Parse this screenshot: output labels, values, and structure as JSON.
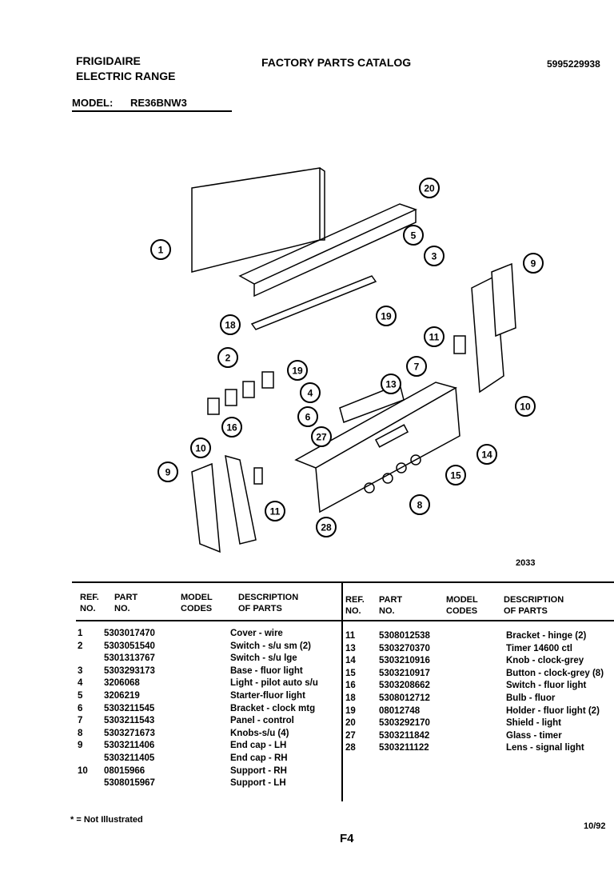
{
  "header": {
    "brand": "FRIGIDAIRE",
    "product": "ELECTRIC RANGE",
    "title": "FACTORY PARTS CATALOG",
    "catalog_no": "5995229938",
    "model_label": "MODEL:",
    "model": "RE36BNW3"
  },
  "diagram": {
    "figure_no": "2033",
    "callouts": [
      "1",
      "20",
      "5",
      "3",
      "9",
      "18",
      "19",
      "11",
      "2",
      "19",
      "7",
      "13",
      "4",
      "6",
      "27",
      "10",
      "16",
      "10",
      "14",
      "15",
      "9",
      "11",
      "8",
      "28"
    ]
  },
  "table": {
    "headers": {
      "ref": "REF.\nNO.",
      "part": "PART\nNO.",
      "model": "MODEL\nCODES",
      "desc": "DESCRIPTION\nOF PARTS"
    },
    "left": [
      {
        "ref": "1",
        "part": "5303017470",
        "desc": "Cover - wire"
      },
      {
        "ref": "2",
        "part": "5303051540",
        "desc": "Switch - s/u sm (2)"
      },
      {
        "ref": "",
        "part": "5301313767",
        "desc": "Switch - s/u lge"
      },
      {
        "ref": "3",
        "part": "5303293173",
        "desc": "Base - fluor light"
      },
      {
        "ref": "4",
        "part": "3206068",
        "desc": "Light - pilot auto s/u"
      },
      {
        "ref": "5",
        "part": "3206219",
        "desc": "Starter-fluor light"
      },
      {
        "ref": "6",
        "part": "5303211545",
        "desc": "Bracket - clock mtg"
      },
      {
        "ref": "7",
        "part": "5303211543",
        "desc": "Panel - control"
      },
      {
        "ref": "8",
        "part": "5303271673",
        "desc": "Knobs-s/u (4)"
      },
      {
        "ref": "9",
        "part": "5303211406",
        "desc": "End cap - LH"
      },
      {
        "ref": "",
        "part": "5303211405",
        "desc": "End cap - RH"
      },
      {
        "ref": "10",
        "part": "08015966",
        "desc": "Support - RH"
      },
      {
        "ref": "",
        "part": "5308015967",
        "desc": "Support - LH"
      }
    ],
    "right": [
      {
        "ref": "11",
        "part": "5308012538",
        "desc": "Bracket - hinge (2)"
      },
      {
        "ref": "13",
        "part": "5303270370",
        "desc": "Timer 14600 ctl"
      },
      {
        "ref": "14",
        "part": "5303210916",
        "desc": "Knob - clock-grey"
      },
      {
        "ref": "15",
        "part": "5303210917",
        "desc": "Button - clock-grey (8)"
      },
      {
        "ref": "16",
        "part": "5303208662",
        "desc": "Switch - fluor light"
      },
      {
        "ref": "18",
        "part": "5308012712",
        "desc": "Bulb - fluor"
      },
      {
        "ref": "19",
        "part": "08012748",
        "desc": "Holder - fluor light (2)"
      },
      {
        "ref": "20",
        "part": "5303292170",
        "desc": "Shield - light"
      },
      {
        "ref": "27",
        "part": "5303211842",
        "desc": "Glass - timer"
      },
      {
        "ref": "28",
        "part": "5303211122",
        "desc": "Lens - signal light"
      }
    ]
  },
  "footer": {
    "note": "* = Not Illustrated",
    "page": "F4",
    "date": "10/92"
  }
}
